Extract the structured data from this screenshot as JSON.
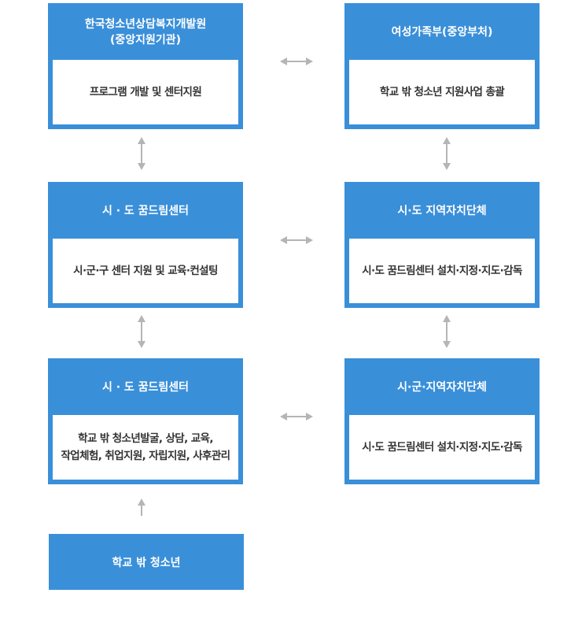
{
  "boxes": {
    "kyci": {
      "title_line1": "한국청소년상담복지개발원",
      "title_line2": "(중앙지원기관)",
      "body": "프로그램 개발 및 센터지원"
    },
    "mogef": {
      "title": "여성가족부(중앙부처)",
      "body": "학교 밖 청소년 지원사업 총괄"
    },
    "province_center": {
      "title": "시 · 도 꿈드림센터",
      "body": "시·군·구 센터 지원 및 교육·컨설팅"
    },
    "province_gov": {
      "title": "시·도 지역자치단체",
      "body": "시·도 꿈드림센터 설치·지정·지도·감독"
    },
    "local_center": {
      "title": "시 · 도 꿈드림센터",
      "body_line1": "학교 밖 청소년발굴, 상담, 교육,",
      "body_line2": "작업체험, 취업지원, 자립지원, 사후관리"
    },
    "local_gov": {
      "title": "시·군·지역자치단체",
      "body": "시·도 꿈드림센터 설치·지정·지도·감독"
    },
    "youth": {
      "title": "학교 밖 청소년"
    }
  },
  "colors": {
    "box_blue": "#3a8fd9",
    "arrow_gray": "#b5b5b5",
    "text_dark": "#333333"
  }
}
